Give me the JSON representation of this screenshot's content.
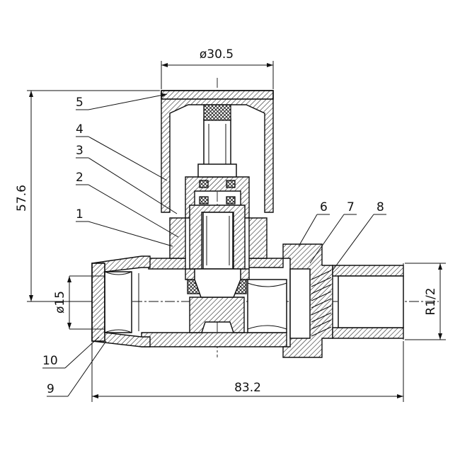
{
  "dimensions": {
    "top_diameter": "ø30.5",
    "height": "57.6",
    "inlet_diameter": "ø15",
    "thread": "R1/2",
    "length": "83.2"
  },
  "part_labels": [
    "1",
    "2",
    "3",
    "4",
    "5",
    "6",
    "7",
    "8",
    "9",
    "10"
  ]
}
